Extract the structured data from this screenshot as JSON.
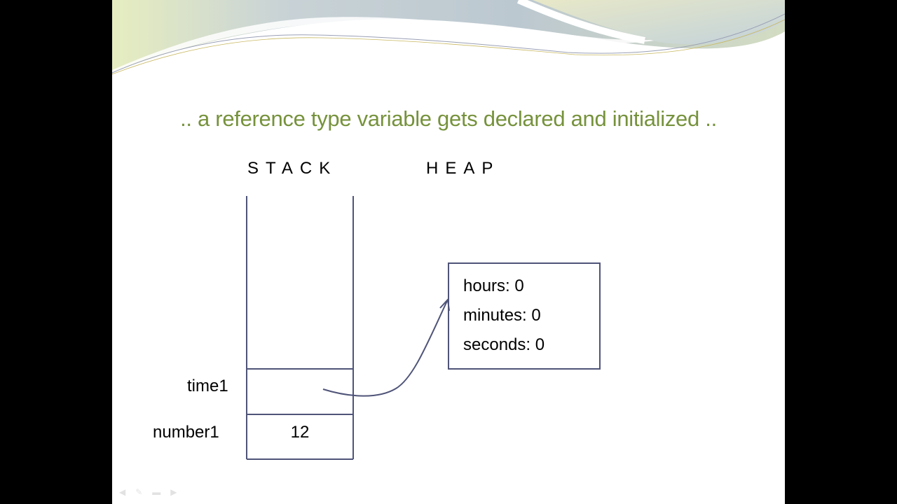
{
  "slide": {
    "title": ".. a reference type variable gets declared and initialized ..",
    "headings": {
      "stack": "STACK",
      "heap": "HEAP"
    },
    "stack": {
      "variables": [
        {
          "name": "time1",
          "value": ""
        },
        {
          "name": "number1",
          "value": "12"
        }
      ]
    },
    "heap": {
      "object_fields": [
        "hours: 0",
        "minutes: 0",
        "seconds: 0"
      ]
    },
    "colors": {
      "title": "#76923c",
      "lines": "#4f5478"
    },
    "nav_icons": [
      "prev-icon",
      "pen-icon",
      "menu-icon",
      "next-icon"
    ]
  }
}
